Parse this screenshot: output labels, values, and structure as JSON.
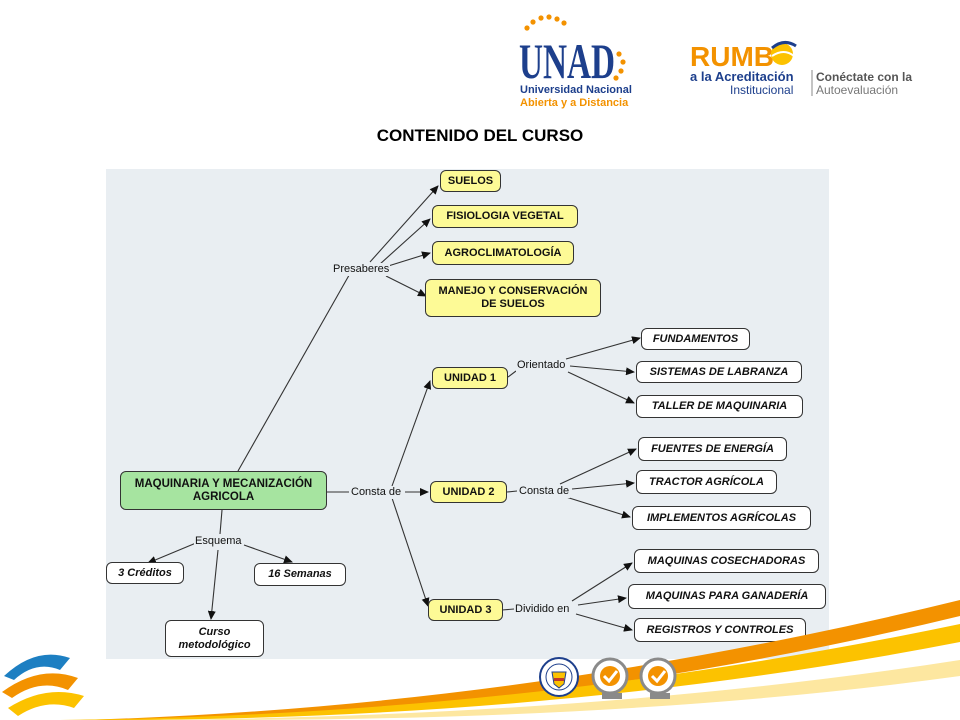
{
  "header": {
    "unad_logo": {
      "mark": "UNAD",
      "line1": "Universidad Nacional",
      "line2": "Abierta y a Distancia"
    },
    "rumbo_logo": {
      "mark": "RUMB",
      "line1": "a la Acreditación",
      "line2": "Institucional",
      "tag1": "Conéctate con la",
      "tag2": "Autoevaluación"
    }
  },
  "page_title": "CONTENIDO DEL CURSO",
  "concept_map": {
    "root": "MAQUINARIA Y MECANIZACIÓN AGRICOLA",
    "presaberes": {
      "link": "Presaberes",
      "items": [
        "SUELOS",
        "FISIOLOGIA VEGETAL",
        "AGROCLIMATOLOGÍA",
        "MANEJO Y CONSERVACIÓN DE SUELOS"
      ]
    },
    "consta_link": "Consta de",
    "units": [
      {
        "label": "UNIDAD 1",
        "link": "Orientado",
        "items": [
          "FUNDAMENTOS",
          "SISTEMAS DE LABRANZA",
          "TALLER DE MAQUINARIA"
        ]
      },
      {
        "label": "UNIDAD 2",
        "link": "Consta de",
        "items": [
          "FUENTES DE ENERGÍA",
          "TRACTOR AGRÍCOLA",
          "IMPLEMENTOS AGRÍCOLAS"
        ]
      },
      {
        "label": "UNIDAD 3",
        "link": "Dividido en",
        "items": [
          "MAQUINAS COSECHADORAS",
          "MAQUINAS PARA GANADERÍA",
          "REGISTROS Y CONTROLES"
        ]
      }
    ],
    "esquema": {
      "link": "Esquema",
      "items": [
        "3 Créditos",
        "16 Semanas",
        "Curso metodológico"
      ]
    }
  },
  "colors": {
    "panel": "#e9eef2",
    "yellow_node": "#fdfa96",
    "green_node": "#a6e4a0",
    "unad_blue": "#1d3f8c",
    "accent_orange": "#f39200",
    "accent_yellow": "#fcc200"
  },
  "footer_seals": [
    "escudo-colombia-seal",
    "sgs-certification-seal",
    "sgs-certification-seal"
  ]
}
